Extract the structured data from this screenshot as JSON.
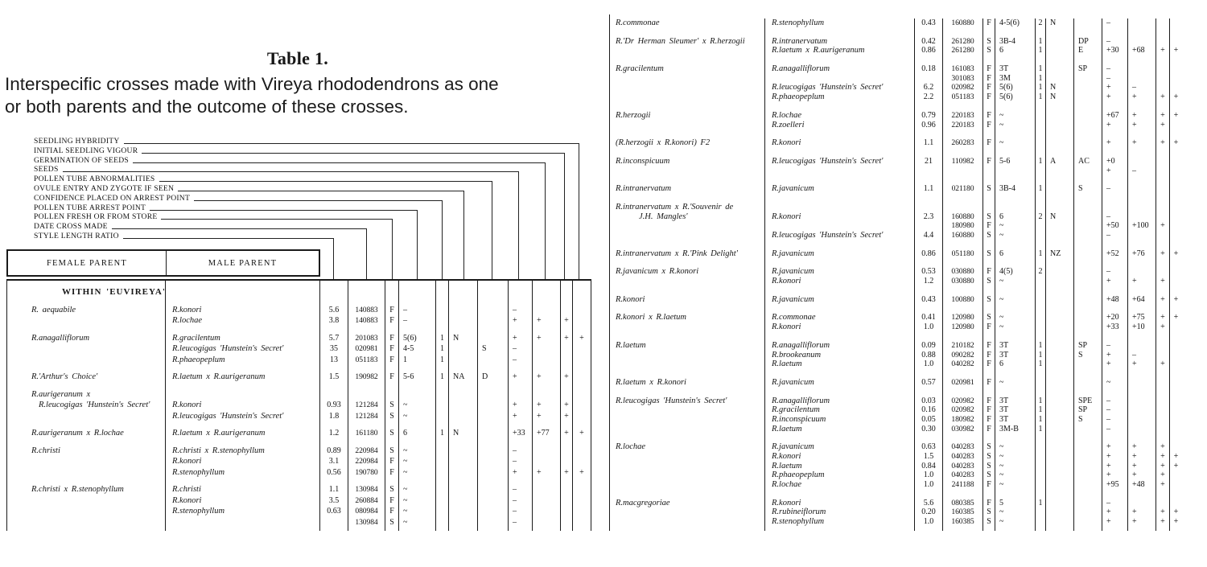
{
  "title": {
    "label": "Table 1.",
    "desc1": "Interspecific crosses made with Vireya rhododendrons as one",
    "desc2": "or both parents and the outcome of these crosses."
  },
  "column_legend": [
    "SEEDLING HYBRIDITY",
    "INITIAL SEEDLING VIGOUR",
    "GERMINATION OF SEEDS",
    "SEEDS",
    "POLLEN TUBE ABNORMALITIES",
    "OVULE ENTRY AND ZYGOTE IF SEEN",
    "CONFIDENCE PLACED ON ARREST POINT",
    "POLLEN TUBE ARREST POINT",
    "POLLEN FRESH OR FROM STORE",
    "DATE CROSS MADE",
    "STYLE LENGTH RATIO"
  ],
  "header": {
    "female": "FEMALE PARENT",
    "male": "MALE PARENT"
  },
  "left_panel_lines": [
    {
      "t": "gap"
    },
    {
      "t": "sec",
      "f": "WITHIN  'EUVIREYA'"
    },
    {
      "t": "gap"
    },
    {
      "t": "row",
      "f": "R. aequabile",
      "m": "R.konori",
      "c": [
        "5.6",
        "140883",
        "F",
        "–",
        "",
        "",
        "",
        "–",
        "",
        "",
        ""
      ]
    },
    {
      "t": "row",
      "f": "",
      "m": "R.lochae",
      "c": [
        "3.8",
        "140883",
        "F",
        "–",
        "",
        "",
        "",
        "+",
        "+",
        "+",
        ""
      ]
    },
    {
      "t": "gap"
    },
    {
      "t": "row",
      "f": "R.anagalliflorum",
      "m": "R.gracilentum",
      "c": [
        "5.7",
        "201083",
        "F",
        "5(6)",
        "1",
        "N",
        "",
        "+",
        "+",
        "+",
        "+"
      ]
    },
    {
      "t": "row",
      "f": "",
      "m": "R.leucogigas 'Hunstein's Secret'",
      "c": [
        "35",
        "020981",
        "F",
        "4-5",
        "1",
        "",
        "S",
        "–",
        "",
        "",
        ""
      ]
    },
    {
      "t": "row",
      "f": "",
      "m": "R.phaeopeplum",
      "c": [
        "13",
        "051183",
        "F",
        "1",
        "1",
        "",
        "",
        "–",
        "",
        "",
        ""
      ]
    },
    {
      "t": "gap"
    },
    {
      "t": "row",
      "f": "R.'Arthur's Choice'",
      "m": "R.laetum x R.aurigeranum",
      "c": [
        "1.5",
        "190982",
        "F",
        "5-6",
        "1",
        "NA",
        "D",
        "+",
        "+",
        "+",
        ""
      ]
    },
    {
      "t": "gap"
    },
    {
      "t": "fem",
      "f": "R.aurigeranum x"
    },
    {
      "t": "row",
      "f": "R.leucogigas 'Hunstein's Secret'",
      "fi": true,
      "m": "R.konori",
      "c": [
        "0.93",
        "121284",
        "S",
        "~",
        "",
        "",
        "",
        "+",
        "+",
        "+",
        ""
      ]
    },
    {
      "t": "row",
      "f": "",
      "m": "R.leucogigas 'Hunstein's Secret'",
      "c": [
        "1.8",
        "121284",
        "S",
        "~",
        "",
        "",
        "",
        "+",
        "+",
        "+",
        ""
      ]
    },
    {
      "t": "gap"
    },
    {
      "t": "row",
      "f": "R.aurigeranum x R.lochae",
      "m": "R.laetum x R.aurigeranum",
      "c": [
        "1.2",
        "161180",
        "S",
        "6",
        "1",
        "N",
        "",
        "+33",
        "+77",
        "+",
        "+"
      ]
    },
    {
      "t": "gap"
    },
    {
      "t": "row",
      "f": "R.christi",
      "m": "R.christi x R.stenophyllum",
      "c": [
        "0.89",
        "220984",
        "S",
        "~",
        "",
        "",
        "",
        "–",
        "",
        "",
        ""
      ]
    },
    {
      "t": "row",
      "f": "",
      "m": "R.konori",
      "c": [
        "3.1",
        "220984",
        "F",
        "~",
        "",
        "",
        "",
        "–",
        "",
        "",
        ""
      ]
    },
    {
      "t": "row",
      "f": "",
      "m": "R.stenophyllum",
      "c": [
        "0.56",
        "190780",
        "F",
        "~",
        "",
        "",
        "",
        "+",
        "+",
        "+",
        "+"
      ]
    },
    {
      "t": "gap"
    },
    {
      "t": "row",
      "f": "R.christi x R.stenophyllum",
      "m": "R.christi",
      "c": [
        "1.1",
        "130984",
        "S",
        "~",
        "",
        "",
        "",
        "–",
        "",
        "",
        ""
      ]
    },
    {
      "t": "row",
      "f": "",
      "m": "R.konori",
      "c": [
        "3.5",
        "260884",
        "F",
        "~",
        "",
        "",
        "",
        "–",
        "",
        "",
        ""
      ]
    },
    {
      "t": "row",
      "f": "",
      "m": "R.stenophyllum",
      "c": [
        "0.63",
        "080984",
        "F",
        "~",
        "",
        "",
        "",
        "–",
        "",
        "",
        ""
      ]
    },
    {
      "t": "row",
      "f": "",
      "m": "",
      "c": [
        "",
        "130984",
        "S",
        "~",
        "",
        "",
        "",
        "–",
        "",
        "",
        ""
      ]
    }
  ],
  "right_panel_lines": [
    {
      "t": "row",
      "f": "R.commonae",
      "m": "R.stenophyllum",
      "c": [
        "0.43",
        "160880",
        "F",
        "4-5(6)",
        "2",
        "N",
        "",
        "–",
        "",
        "",
        ""
      ]
    },
    {
      "t": "gap"
    },
    {
      "t": "row",
      "f": "R.'Dr Herman Sleumer' x R.herzogii",
      "m": "R.intranervatum",
      "c": [
        "0.42",
        "261280",
        "S",
        "3B-4",
        "1",
        "",
        "DP",
        "–",
        "",
        "",
        ""
      ]
    },
    {
      "t": "row",
      "f": "",
      "m": "R.laetum x R.aurigeranum",
      "c": [
        "0.86",
        "261280",
        "S",
        "6",
        "1",
        "",
        "E",
        "+30",
        "+68",
        "+",
        "+"
      ]
    },
    {
      "t": "gap"
    },
    {
      "t": "row",
      "f": "R.gracilentum",
      "m": "R.anagalliflorum",
      "c": [
        "0.18",
        "161083",
        "F",
        "3T",
        "1",
        "",
        "SP",
        "–",
        "",
        "",
        ""
      ]
    },
    {
      "t": "row",
      "f": "",
      "m": "",
      "c": [
        "",
        "301083",
        "F",
        "3M",
        "1",
        "",
        "",
        "–",
        "",
        "",
        ""
      ]
    },
    {
      "t": "row",
      "f": "",
      "m": "R.leucogigas 'Hunstein's Secret'",
      "c": [
        "6.2",
        "020982",
        "F",
        "5(6)",
        "1",
        "N",
        "",
        "+",
        "–",
        "",
        ""
      ]
    },
    {
      "t": "row",
      "f": "",
      "m": "R.phaeopeplum",
      "c": [
        "2.2",
        "051183",
        "F",
        "5(6)",
        "1",
        "N",
        "",
        "+",
        "+",
        "+",
        "+"
      ]
    },
    {
      "t": "gap"
    },
    {
      "t": "row",
      "f": "R.herzogii",
      "m": "R.lochae",
      "c": [
        "0.79",
        "220183",
        "F",
        "~",
        "",
        "",
        "",
        "+67",
        "+",
        "+",
        "+"
      ]
    },
    {
      "t": "row",
      "f": "",
      "m": "R.zoelleri",
      "c": [
        "0.96",
        "220183",
        "F",
        "~",
        "",
        "",
        "",
        "+",
        "+",
        "+",
        ""
      ]
    },
    {
      "t": "gap"
    },
    {
      "t": "row",
      "f": "(R.herzogii x R.konori) F2",
      "m": "R.konori",
      "c": [
        "1.1",
        "260283",
        "F",
        "~",
        "",
        "",
        "",
        "+",
        "+",
        "+",
        "+"
      ]
    },
    {
      "t": "gap"
    },
    {
      "t": "row",
      "f": "R.inconspicuum",
      "m": "R.leucogigas 'Hunstein's Secret'",
      "c": [
        "21",
        "110982",
        "F",
        "5-6",
        "1",
        "A",
        "AC",
        "+0",
        "",
        "",
        ""
      ]
    },
    {
      "t": "row",
      "f": "",
      "m": "",
      "c": [
        "",
        "",
        "",
        "",
        "",
        "",
        "",
        "+",
        "–",
        "",
        ""
      ]
    },
    {
      "t": "gap"
    },
    {
      "t": "row",
      "f": "R.intranervatum",
      "m": "R.javanicum",
      "c": [
        "1.1",
        "021180",
        "S",
        "3B-4",
        "1",
        "",
        "S",
        "–",
        "",
        "",
        ""
      ]
    },
    {
      "t": "gap"
    },
    {
      "t": "fem",
      "f": "R.intranervatum x R.'Souvenir de"
    },
    {
      "t": "row",
      "f": "J.H. Mangles'",
      "fi": true,
      "m": "R.konori",
      "c": [
        "2.3",
        "160880",
        "S",
        "6",
        "2",
        "N",
        "",
        "–",
        "",
        "",
        ""
      ]
    },
    {
      "t": "row",
      "f": "",
      "m": "",
      "c": [
        "",
        "180980",
        "F",
        "~",
        "",
        "",
        "",
        "+50",
        "+100",
        "+",
        ""
      ]
    },
    {
      "t": "row",
      "f": "",
      "m": "R.leucogigas 'Hunstein's Secret'",
      "c": [
        "4.4",
        "160880",
        "S",
        "~",
        "",
        "",
        "",
        "–",
        "",
        "",
        ""
      ]
    },
    {
      "t": "gap"
    },
    {
      "t": "row",
      "f": "R.intranervatum x R.'Pink Delight'",
      "m": "R.javanicum",
      "c": [
        "0.86",
        "051180",
        "S",
        "6",
        "1",
        "NZ",
        "",
        "+52",
        "+76",
        "+",
        "+"
      ]
    },
    {
      "t": "gap"
    },
    {
      "t": "row",
      "f": "R.javanicum x R.konori",
      "m": "R.javanicum",
      "c": [
        "0.53",
        "030880",
        "F",
        "4(5)",
        "2",
        "",
        "",
        "–",
        "",
        "",
        ""
      ]
    },
    {
      "t": "row",
      "f": "",
      "m": "R.konori",
      "c": [
        "1.2",
        "030880",
        "S",
        "~",
        "",
        "",
        "",
        "+",
        "+",
        "+",
        ""
      ]
    },
    {
      "t": "gap"
    },
    {
      "t": "row",
      "f": "R.konori",
      "m": "R.javanicum",
      "c": [
        "0.43",
        "100880",
        "S",
        "~",
        "",
        "",
        "",
        "+48",
        "+64",
        "+",
        "+"
      ]
    },
    {
      "t": "gap"
    },
    {
      "t": "row",
      "f": "R.konori x R.laetum",
      "m": "R.commonae",
      "c": [
        "0.41",
        "120980",
        "S",
        "~",
        "",
        "",
        "",
        "+20",
        "+75",
        "+",
        "+"
      ]
    },
    {
      "t": "row",
      "f": "",
      "m": "R.konori",
      "c": [
        "1.0",
        "120980",
        "F",
        "~",
        "",
        "",
        "",
        "+33",
        "+10",
        "+",
        ""
      ]
    },
    {
      "t": "gap"
    },
    {
      "t": "row",
      "f": "R.laetum",
      "m": "R.anagalliflorum",
      "c": [
        "0.09",
        "210182",
        "F",
        "3T",
        "1",
        "",
        "SP",
        "–",
        "",
        "",
        ""
      ]
    },
    {
      "t": "row",
      "f": "",
      "m": "R.brookeanum",
      "c": [
        "0.88",
        "090282",
        "F",
        "3T",
        "1",
        "",
        "S",
        "+",
        "–",
        "",
        ""
      ]
    },
    {
      "t": "row",
      "f": "",
      "m": "R.laetum",
      "c": [
        "1.0",
        "040282",
        "F",
        "6",
        "1",
        "",
        "",
        "+",
        "+",
        "+",
        ""
      ]
    },
    {
      "t": "gap"
    },
    {
      "t": "row",
      "f": "R.laetum x R.konori",
      "m": "R.javanicum",
      "c": [
        "0.57",
        "020981",
        "F",
        "~",
        "",
        "",
        "",
        "~",
        "",
        "",
        ""
      ]
    },
    {
      "t": "gap"
    },
    {
      "t": "row",
      "f": "R.leucogigas 'Hunstein's Secret'",
      "m": "R.anagalliflorum",
      "c": [
        "0.03",
        "020982",
        "F",
        "3T",
        "1",
        "",
        "SPE",
        "–",
        "",
        "",
        ""
      ]
    },
    {
      "t": "row",
      "f": "",
      "m": "R.gracilentum",
      "c": [
        "0.16",
        "020982",
        "F",
        "3T",
        "1",
        "",
        "SP",
        "–",
        "",
        "",
        ""
      ]
    },
    {
      "t": "row",
      "f": "",
      "m": "R.inconspicuum",
      "c": [
        "0.05",
        "180982",
        "F",
        "3T",
        "1",
        "",
        "S",
        "–",
        "",
        "",
        ""
      ]
    },
    {
      "t": "row",
      "f": "",
      "m": "R.laetum",
      "c": [
        "0.30",
        "030982",
        "F",
        "3M-B",
        "1",
        "",
        "",
        "–",
        "",
        "",
        ""
      ]
    },
    {
      "t": "gap"
    },
    {
      "t": "row",
      "f": "R.lochae",
      "m": "R.javanicum",
      "c": [
        "0.63",
        "040283",
        "S",
        "~",
        "",
        "",
        "",
        "+",
        "+",
        "+",
        ""
      ]
    },
    {
      "t": "row",
      "f": "",
      "m": "R.konori",
      "c": [
        "1.5",
        "040283",
        "S",
        "~",
        "",
        "",
        "",
        "+",
        "+",
        "+",
        "+"
      ]
    },
    {
      "t": "row",
      "f": "",
      "m": "R.laetum",
      "c": [
        "0.84",
        "040283",
        "S",
        "~",
        "",
        "",
        "",
        "+",
        "+",
        "+",
        "+"
      ]
    },
    {
      "t": "row",
      "f": "",
      "m": "R.phaeopeplum",
      "c": [
        "1.0",
        "040283",
        "S",
        "~",
        "",
        "",
        "",
        "+",
        "+",
        "+",
        ""
      ]
    },
    {
      "t": "row",
      "f": "",
      "m": "R.lochae",
      "c": [
        "1.0",
        "241188",
        "F",
        "~",
        "",
        "",
        "",
        "+95",
        "+48",
        "+",
        ""
      ]
    },
    {
      "t": "gap"
    },
    {
      "t": "row",
      "f": "R.macgregoriae",
      "m": "R.konori",
      "c": [
        "5.6",
        "080385",
        "F",
        "5",
        "1",
        "",
        "",
        "–",
        "",
        "",
        ""
      ]
    },
    {
      "t": "row",
      "f": "",
      "m": "R.rubineiflorum",
      "c": [
        "0.20",
        "160385",
        "S",
        "~",
        "",
        "",
        "",
        "+",
        "+",
        "+",
        "+"
      ]
    },
    {
      "t": "row",
      "f": "",
      "m": "R.stenophyllum",
      "c": [
        "1.0",
        "160385",
        "S",
        "~",
        "",
        "",
        "",
        "+",
        "+",
        "+",
        "+"
      ]
    }
  ]
}
